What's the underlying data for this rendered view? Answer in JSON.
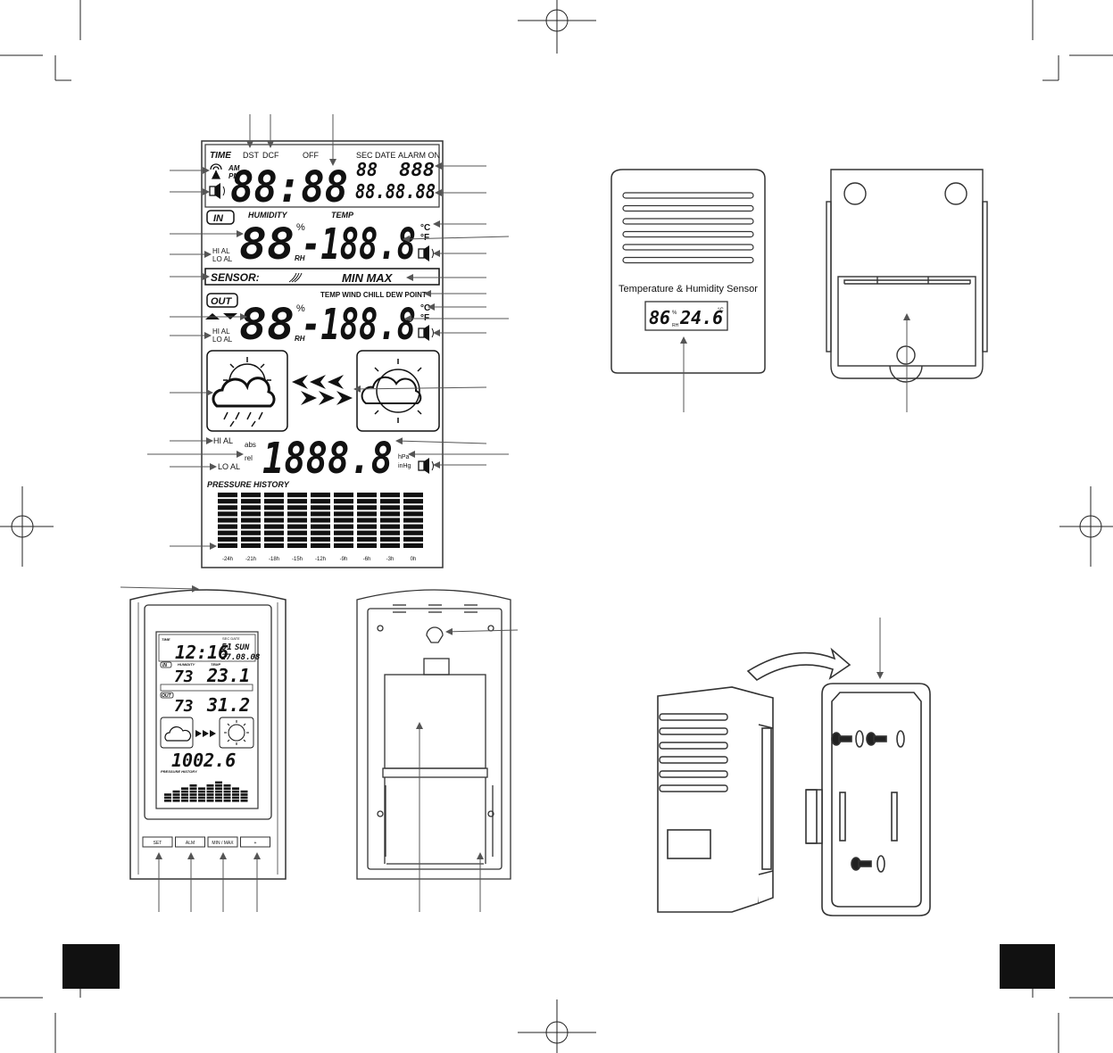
{
  "lcd": {
    "time_label": "TIME",
    "dst": "DST",
    "dcf": "DCF",
    "off": "OFF",
    "sec": "SEC",
    "date": "DATE",
    "alarm_on": "ALARM ON",
    "am": "AM",
    "pm": "PM",
    "time_digits": "88:88",
    "sec_digits": "88",
    "day_digits": "888",
    "date_digits": "88.88.88",
    "in_badge": "IN",
    "humidity": "HUMIDITY",
    "temp": "TEMP",
    "in_humidity": "88",
    "pct": "%",
    "rh": "RH",
    "in_temp": "-188.8",
    "deg_c": "°C",
    "deg_f": "°F",
    "hi_al": "HI AL",
    "lo_al": "LO AL",
    "sensor": "SENSOR:",
    "min_max": "MIN  MAX",
    "out_badge": "OUT",
    "temp_row": "TEMP  WIND CHILL  DEW POINT",
    "out_humidity": "88",
    "out_temp": "-188.8",
    "abs": "abs",
    "rel": "rel",
    "pressure": "1888.8",
    "hpa": "hPa",
    "inhg": "inHg",
    "pressure_history": "PRESSURE HISTORY",
    "history_ticks": [
      "-24h",
      "-21h",
      "-18h",
      "-15h",
      "-12h",
      "-9h",
      "-6h",
      "-3h",
      "0h"
    ]
  },
  "sensor_label": "Temperature & Humidity Sensor",
  "sensor_lcd": {
    "humidity": "86",
    "pct": "%",
    "rh": "RH",
    "temp": "24.6",
    "unit": "°C"
  },
  "station_front": {
    "time": "12:16",
    "sec": "51",
    "day": "SUN",
    "date": "27.08.08",
    "time_label": "TIME",
    "sec_date_label": "SEC DATE",
    "in_badge": "IN",
    "humidity_label": "HUMIDITY",
    "temp_label": "TEMP",
    "in_hum": "73",
    "in_temp": "23.1",
    "out_badge": "OUT",
    "out_hum": "73",
    "out_temp": "31.2",
    "pressure": "1002.6",
    "pressure_history": "PRESSURE HISTORY"
  },
  "buttons": [
    "SET",
    "ALM",
    "MIN / MAX",
    "+"
  ]
}
